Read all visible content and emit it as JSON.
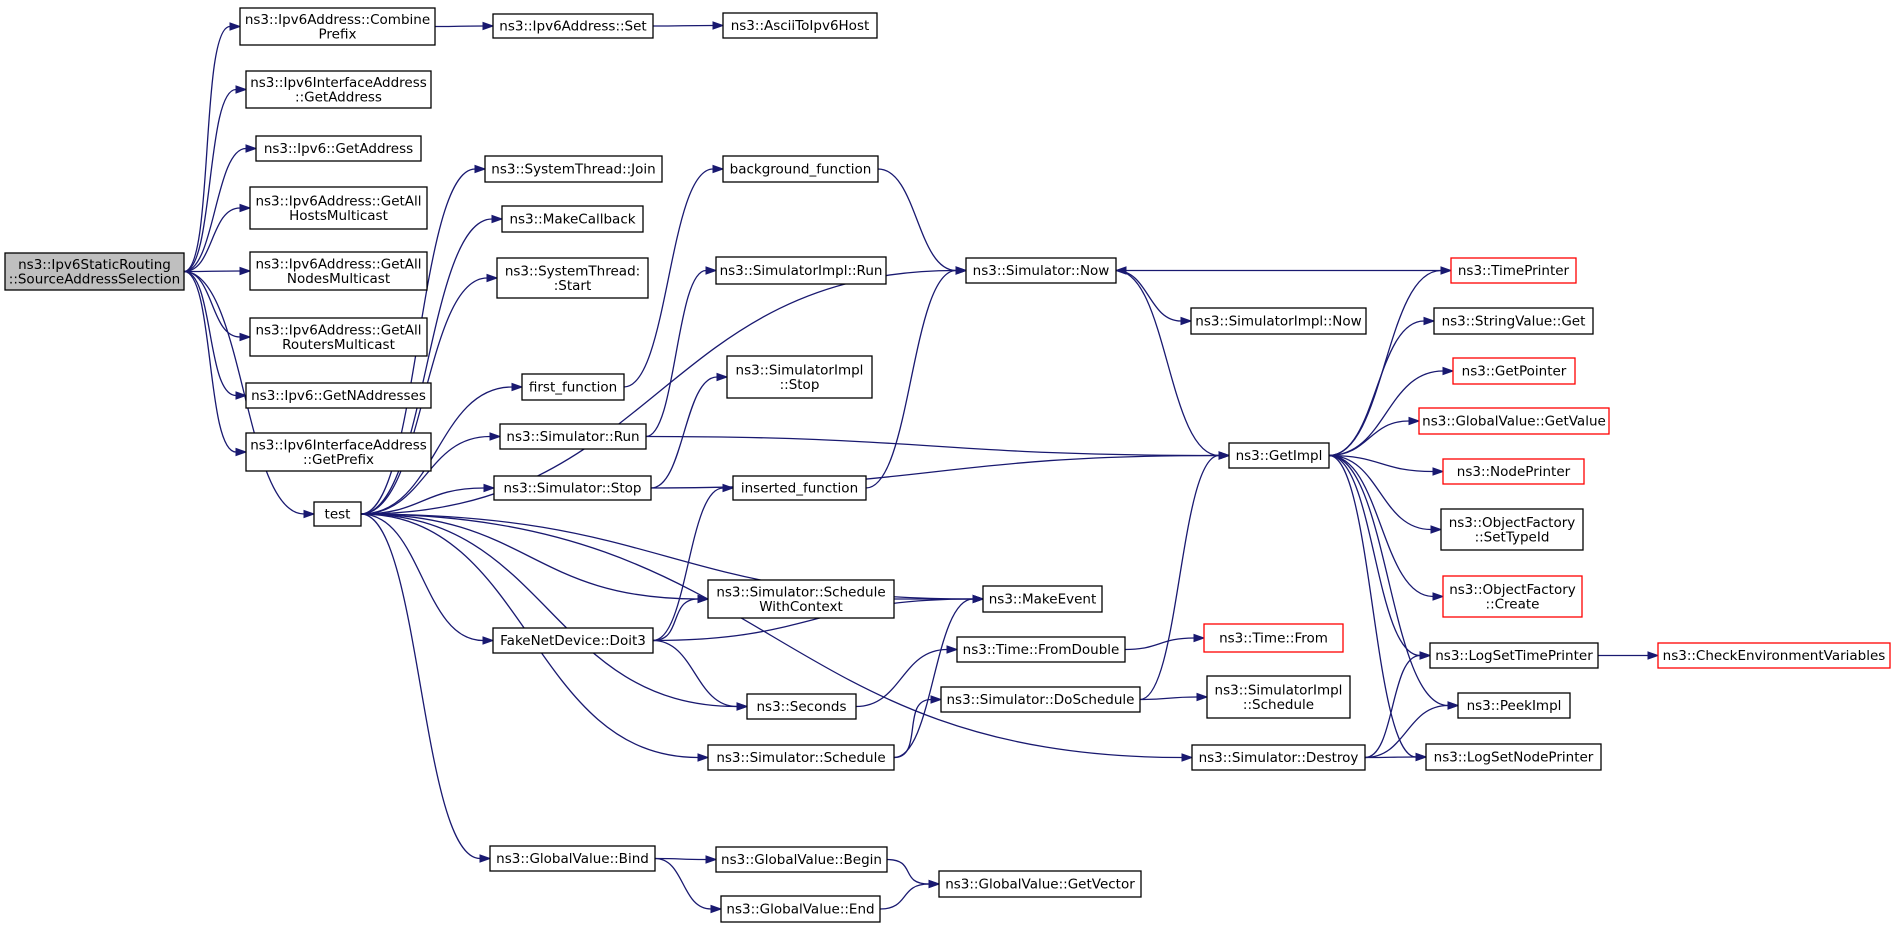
{
  "diagram": {
    "colors": {
      "edge": "#191970",
      "node_border": "#000000",
      "node_border_highlight": "#ff0000",
      "root_fill": "#bfbfbf",
      "node_fill": "#ffffff"
    },
    "nodes": {
      "source_address_selection": {
        "lines": [
          "ns3::Ipv6StaticRouting",
          "::SourceAddressSelection"
        ],
        "style": "root"
      },
      "combine_prefix": {
        "lines": [
          "ns3::Ipv6Address::Combine",
          "Prefix"
        ]
      },
      "ipv6address_set": {
        "lines": [
          "ns3::Ipv6Address::Set"
        ]
      },
      "ascii_to_ipv6_host": {
        "lines": [
          "ns3::AsciiToIpv6Host"
        ]
      },
      "iface_get_address": {
        "lines": [
          "ns3::Ipv6InterfaceAddress",
          "::GetAddress"
        ]
      },
      "ipv6_get_address": {
        "lines": [
          "ns3::Ipv6::GetAddress"
        ]
      },
      "all_hosts_multicast": {
        "lines": [
          "ns3::Ipv6Address::GetAll",
          "HostsMulticast"
        ]
      },
      "all_nodes_multicast": {
        "lines": [
          "ns3::Ipv6Address::GetAll",
          "NodesMulticast"
        ]
      },
      "all_routers_multicast": {
        "lines": [
          "ns3::Ipv6Address::GetAll",
          "RoutersMulticast"
        ]
      },
      "get_n_addresses": {
        "lines": [
          "ns3::Ipv6::GetNAddresses"
        ]
      },
      "iface_get_prefix": {
        "lines": [
          "ns3::Ipv6InterfaceAddress",
          "::GetPrefix"
        ]
      },
      "test": {
        "lines": [
          "test"
        ]
      },
      "thread_join": {
        "lines": [
          "ns3::SystemThread::Join"
        ]
      },
      "make_callback": {
        "lines": [
          "ns3::MakeCallback"
        ]
      },
      "thread_start": {
        "lines": [
          "ns3::SystemThread:",
          ":Start"
        ]
      },
      "first_function": {
        "lines": [
          "first_function"
        ]
      },
      "simulator_run": {
        "lines": [
          "ns3::Simulator::Run"
        ]
      },
      "simulator_stop": {
        "lines": [
          "ns3::Simulator::Stop"
        ]
      },
      "background_function": {
        "lines": [
          "background_function"
        ]
      },
      "simimpl_run": {
        "lines": [
          "ns3::SimulatorImpl::Run"
        ]
      },
      "simimpl_stop": {
        "lines": [
          "ns3::SimulatorImpl",
          "::Stop"
        ]
      },
      "inserted_function": {
        "lines": [
          "inserted_function"
        ]
      },
      "simulator_now": {
        "lines": [
          "ns3::Simulator::Now"
        ]
      },
      "simimpl_now": {
        "lines": [
          "ns3::SimulatorImpl::Now"
        ]
      },
      "get_impl": {
        "lines": [
          "ns3::GetImpl"
        ]
      },
      "time_printer": {
        "lines": [
          "ns3::TimePrinter"
        ],
        "style": "red"
      },
      "stringvalue_get": {
        "lines": [
          "ns3::StringValue::Get"
        ]
      },
      "get_pointer": {
        "lines": [
          "ns3::GetPointer"
        ],
        "style": "red"
      },
      "globalvalue_getvalue": {
        "lines": [
          "ns3::GlobalValue::GetValue"
        ],
        "style": "red"
      },
      "node_printer": {
        "lines": [
          "ns3::NodePrinter"
        ],
        "style": "red"
      },
      "factory_settypeid": {
        "lines": [
          "ns3::ObjectFactory",
          "::SetTypeId"
        ]
      },
      "factory_create": {
        "lines": [
          "ns3::ObjectFactory",
          "::Create"
        ],
        "style": "red"
      },
      "log_set_time_printer": {
        "lines": [
          "ns3::LogSetTimePrinter"
        ]
      },
      "check_env_vars": {
        "lines": [
          "ns3::CheckEnvironmentVariables"
        ],
        "style": "red"
      },
      "peek_impl": {
        "lines": [
          "ns3::PeekImpl"
        ]
      },
      "log_set_node_printer": {
        "lines": [
          "ns3::LogSetNodePrinter"
        ]
      },
      "schedule_with_context": {
        "lines": [
          "ns3::Simulator::Schedule",
          "WithContext"
        ]
      },
      "make_event": {
        "lines": [
          "ns3::MakeEvent"
        ]
      },
      "fake_net_device_doit3": {
        "lines": [
          "FakeNetDevice::Doit3"
        ]
      },
      "time_from_double": {
        "lines": [
          "ns3::Time::FromDouble"
        ]
      },
      "time_from": {
        "lines": [
          "ns3::Time::From"
        ],
        "style": "red"
      },
      "seconds": {
        "lines": [
          "ns3::Seconds"
        ]
      },
      "simulator_do_schedule": {
        "lines": [
          "ns3::Simulator::DoSchedule"
        ]
      },
      "simimpl_schedule": {
        "lines": [
          "ns3::SimulatorImpl",
          "::Schedule"
        ]
      },
      "simulator_schedule": {
        "lines": [
          "ns3::Simulator::Schedule"
        ]
      },
      "simulator_destroy": {
        "lines": [
          "ns3::Simulator::Destroy"
        ]
      },
      "globalvalue_bind": {
        "lines": [
          "ns3::GlobalValue::Bind"
        ]
      },
      "globalvalue_begin": {
        "lines": [
          "ns3::GlobalValue::Begin"
        ]
      },
      "globalvalue_end": {
        "lines": [
          "ns3::GlobalValue::End"
        ]
      },
      "globalvalue_getvector": {
        "lines": [
          "ns3::GlobalValue::GetVector"
        ]
      }
    },
    "edges": [
      [
        "source_address_selection",
        "combine_prefix"
      ],
      [
        "source_address_selection",
        "iface_get_address"
      ],
      [
        "source_address_selection",
        "ipv6_get_address"
      ],
      [
        "source_address_selection",
        "all_hosts_multicast"
      ],
      [
        "source_address_selection",
        "all_nodes_multicast"
      ],
      [
        "source_address_selection",
        "all_routers_multicast"
      ],
      [
        "source_address_selection",
        "get_n_addresses"
      ],
      [
        "source_address_selection",
        "iface_get_prefix"
      ],
      [
        "source_address_selection",
        "test"
      ],
      [
        "combine_prefix",
        "ipv6address_set"
      ],
      [
        "ipv6address_set",
        "ascii_to_ipv6_host"
      ],
      [
        "test",
        "thread_join"
      ],
      [
        "test",
        "make_callback"
      ],
      [
        "test",
        "thread_start"
      ],
      [
        "test",
        "first_function"
      ],
      [
        "test",
        "simulator_run"
      ],
      [
        "test",
        "simulator_stop"
      ],
      [
        "test",
        "simulator_now"
      ],
      [
        "test",
        "make_event"
      ],
      [
        "test",
        "schedule_with_context"
      ],
      [
        "test",
        "fake_net_device_doit3"
      ],
      [
        "test",
        "seconds"
      ],
      [
        "test",
        "simulator_schedule"
      ],
      [
        "test",
        "simulator_destroy"
      ],
      [
        "test",
        "globalvalue_bind"
      ],
      [
        "first_function",
        "background_function"
      ],
      [
        "background_function",
        "simulator_now"
      ],
      [
        "simulator_run",
        "simimpl_run"
      ],
      [
        "simulator_run",
        "get_impl"
      ],
      [
        "simulator_stop",
        "simimpl_stop"
      ],
      [
        "simulator_stop",
        "get_impl"
      ],
      [
        "inserted_function",
        "simulator_now"
      ],
      [
        "simulator_now",
        "simimpl_now"
      ],
      [
        "simulator_now",
        "get_impl"
      ],
      [
        "time_printer",
        "simulator_now"
      ],
      [
        "get_impl",
        "time_printer"
      ],
      [
        "get_impl",
        "stringvalue_get"
      ],
      [
        "get_impl",
        "get_pointer"
      ],
      [
        "get_impl",
        "globalvalue_getvalue"
      ],
      [
        "get_impl",
        "node_printer"
      ],
      [
        "get_impl",
        "factory_settypeid"
      ],
      [
        "get_impl",
        "factory_create"
      ],
      [
        "get_impl",
        "log_set_time_printer"
      ],
      [
        "get_impl",
        "peek_impl"
      ],
      [
        "get_impl",
        "log_set_node_printer"
      ],
      [
        "log_set_time_printer",
        "check_env_vars"
      ],
      [
        "fake_net_device_doit3",
        "inserted_function"
      ],
      [
        "fake_net_device_doit3",
        "schedule_with_context"
      ],
      [
        "fake_net_device_doit3",
        "make_event"
      ],
      [
        "fake_net_device_doit3",
        "seconds"
      ],
      [
        "schedule_with_context",
        "make_event"
      ],
      [
        "seconds",
        "time_from_double"
      ],
      [
        "time_from_double",
        "time_from"
      ],
      [
        "simulator_schedule",
        "make_event"
      ],
      [
        "simulator_schedule",
        "simulator_do_schedule"
      ],
      [
        "simulator_do_schedule",
        "simimpl_schedule"
      ],
      [
        "simulator_do_schedule",
        "get_impl"
      ],
      [
        "simulator_destroy",
        "log_set_time_printer"
      ],
      [
        "simulator_destroy",
        "peek_impl"
      ],
      [
        "simulator_destroy",
        "log_set_node_printer"
      ],
      [
        "globalvalue_bind",
        "globalvalue_begin"
      ],
      [
        "globalvalue_bind",
        "globalvalue_end"
      ],
      [
        "globalvalue_begin",
        "globalvalue_getvector"
      ],
      [
        "globalvalue_end",
        "globalvalue_getvector"
      ]
    ]
  }
}
